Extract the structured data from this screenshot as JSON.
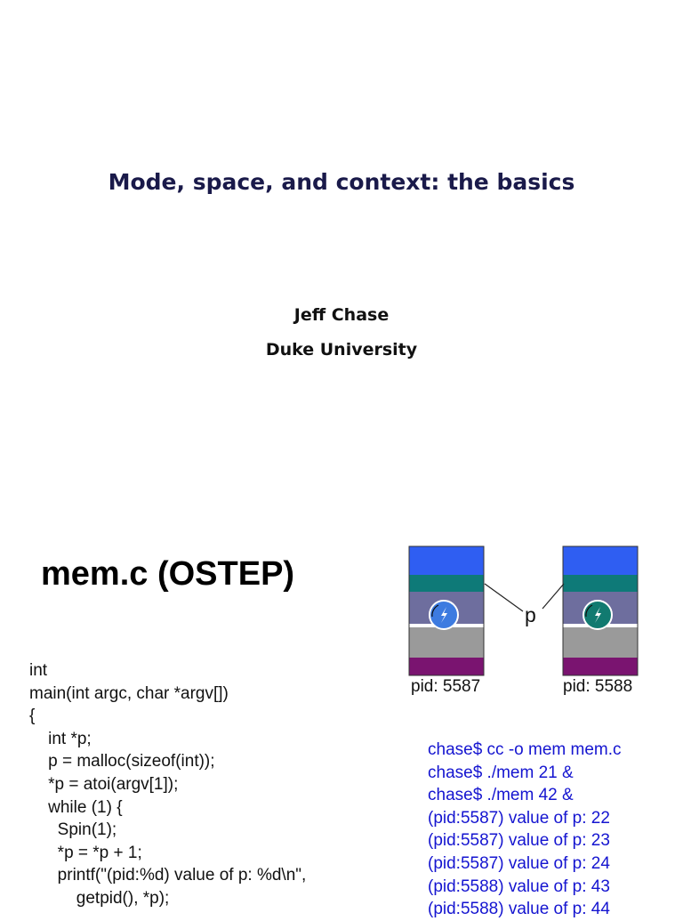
{
  "slide1": {
    "title": "Mode, space, and context: the basics",
    "author": "Jeff Chase",
    "affiliation": "Duke University"
  },
  "slide2": {
    "title": "mem.c (OSTEP)",
    "code_lines": [
      "int",
      "main(int argc, char *argv[])",
      "{",
      "    int *p;",
      "    p = malloc(sizeof(int));",
      "    *p = atoi(argv[1]);",
      "    while (1) {",
      "      Spin(1);",
      "      *p = *p + 1;",
      "      printf(\"(pid:%d) value of p: %d\\n\",",
      "          getpid(), *p);"
    ],
    "diagram": {
      "pointer_label": "p",
      "left_process": {
        "label": "pid: 5587",
        "thread_color": "#3d7be0"
      },
      "right_process": {
        "label": "pid: 5588",
        "thread_color": "#117a70"
      },
      "segment_colors": [
        "#2f5ef2",
        "#0e7a78",
        "#6e6e9e",
        "#9a9a9a",
        "#7a1470"
      ]
    },
    "terminal_lines": [
      "chase$ cc -o mem mem.c",
      "chase$ ./mem 21 &",
      "chase$ ./mem 42 &",
      "(pid:5587) value of p: 22",
      "(pid:5587) value of p: 23",
      "(pid:5587) value of p: 24",
      "(pid:5588) value of p: 43",
      "(pid:5588) value of p: 44"
    ]
  }
}
